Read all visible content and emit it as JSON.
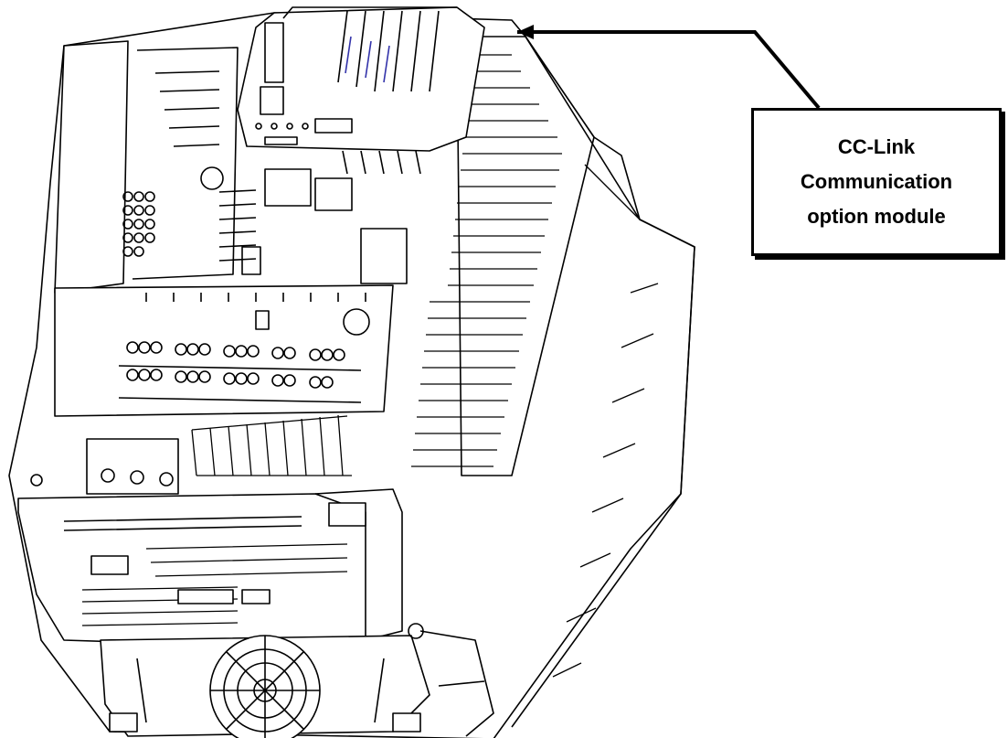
{
  "callout": {
    "lines": [
      "CC-Link",
      "Communication",
      "option module"
    ]
  },
  "colors": {
    "line": "#000000",
    "background": "#ffffff",
    "accent": "#3333aa"
  },
  "icons": [
    "inverter-drawing",
    "arrow-pointer"
  ]
}
